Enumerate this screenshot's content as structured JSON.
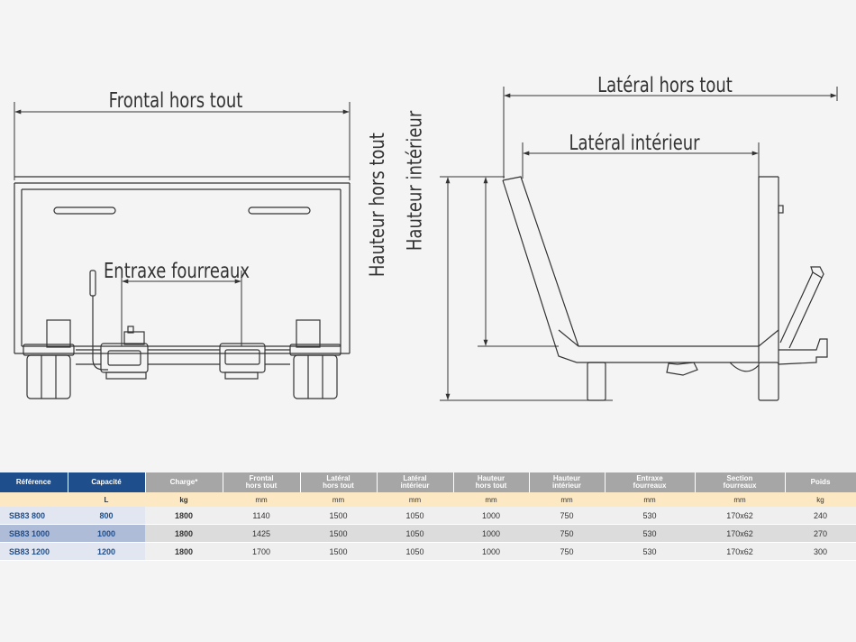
{
  "drawing": {
    "labels": {
      "frontal_hors_tout": "Frontal hors tout",
      "entraxe_fourreaux": "Entraxe fourreaux",
      "lateral_hors_tout": "Latéral hors tout",
      "lateral_interieur": "Latéral intérieur",
      "hauteur_hors_tout": "Hauteur hors tout",
      "hauteur_interieur": "Hauteur intérieur"
    }
  },
  "table": {
    "headers": [
      "Référence",
      "Capacité",
      "Charge*",
      "Frontal\nhors tout",
      "Latéral\nhors tout",
      "Latéral\nintérieur",
      "Hauteur\nhors tout",
      "Hauteur\nintérieur",
      "Entraxe\nfourreaux",
      "Section\nfourreaux",
      "Poids"
    ],
    "units": [
      "",
      "L",
      "kg",
      "mm",
      "mm",
      "mm",
      "mm",
      "mm",
      "mm",
      "mm",
      "kg"
    ],
    "rows": [
      [
        "SB83 800",
        "800",
        "1800",
        "1140",
        "1500",
        "1050",
        "1000",
        "750",
        "530",
        "170x62",
        "240"
      ],
      [
        "SB83 1000",
        "1000",
        "1800",
        "1425",
        "1500",
        "1050",
        "1000",
        "750",
        "530",
        "170x62",
        "270"
      ],
      [
        "SB83 1200",
        "1200",
        "1800",
        "1700",
        "1500",
        "1050",
        "1000",
        "750",
        "530",
        "170x62",
        "300"
      ]
    ]
  },
  "colors": {
    "header_blue": "#1f4e8c",
    "header_grey": "#a6a6a6",
    "units_row": "#fce9c4",
    "line": "#333333"
  }
}
